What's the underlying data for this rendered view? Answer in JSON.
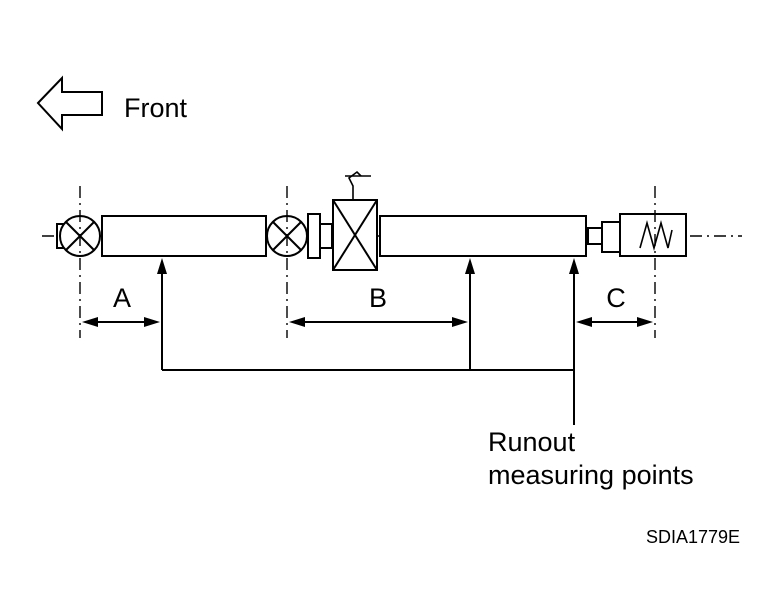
{
  "direction": {
    "label": "Front",
    "icon": "arrow-left-icon"
  },
  "segments": [
    {
      "id": "a",
      "label": "A"
    },
    {
      "id": "b",
      "label": "B"
    },
    {
      "id": "c",
      "label": "C"
    }
  ],
  "callout": {
    "line1": "Runout",
    "line2": "measuring points"
  },
  "figure_code": "SDIA1779E",
  "colors": {
    "ink": "#000000",
    "background": "#ffffff"
  }
}
